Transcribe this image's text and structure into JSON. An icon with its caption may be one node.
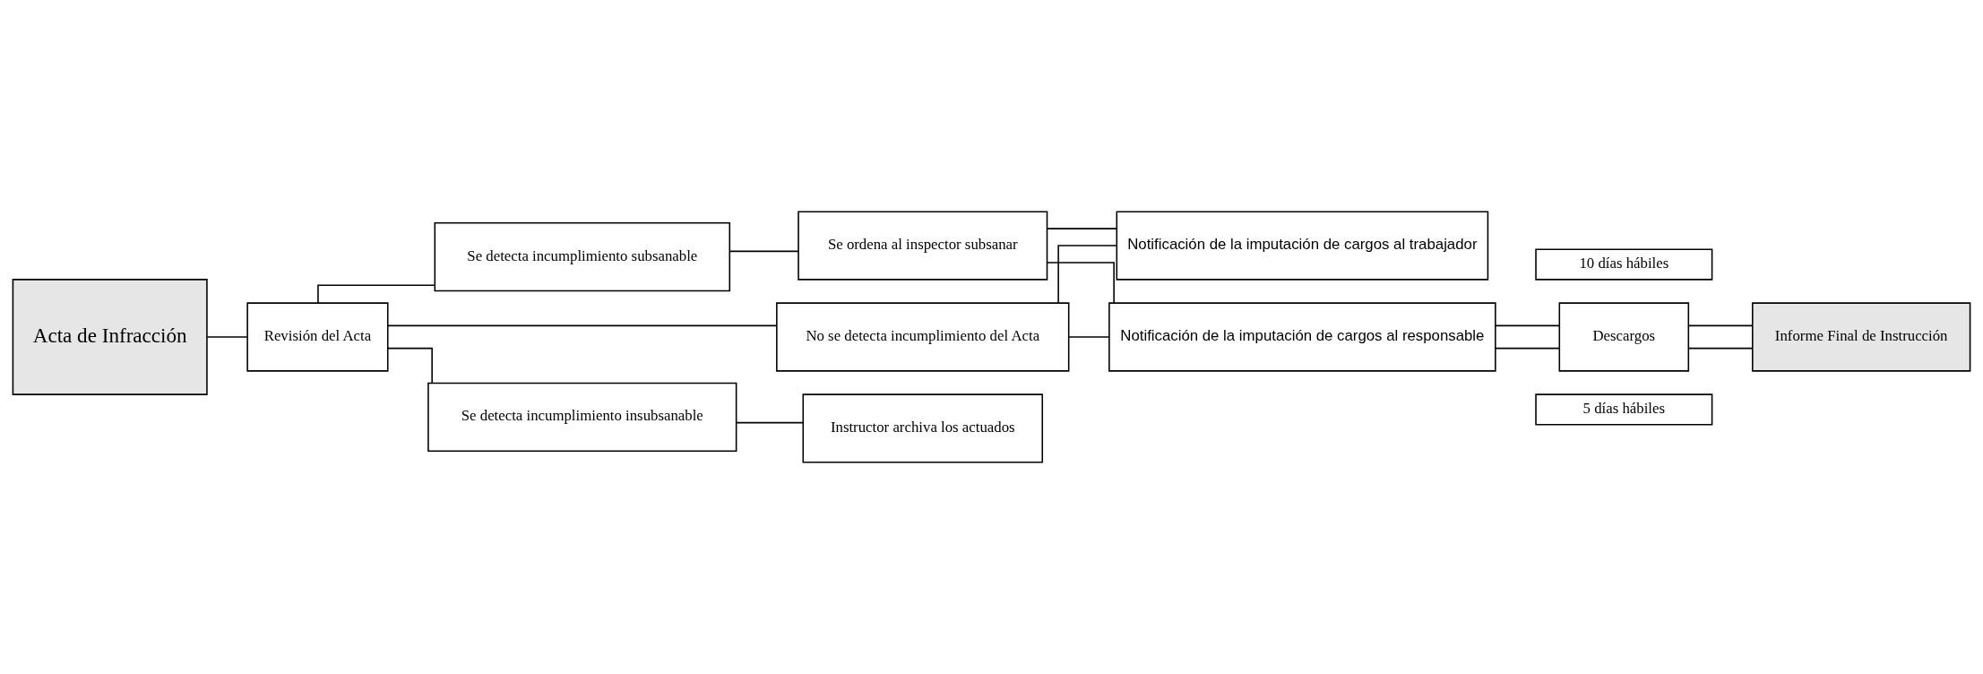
{
  "diagram": {
    "nodes": [
      {
        "text": [
          "Acta de Infracción"
        ]
      },
      {
        "text": [
          "Revisión del Acta"
        ]
      },
      {
        "text": [
          "No se detecta incumplimiento del Acta"
        ]
      },
      {
        "text": [
          "Se detecta incumplimiento subsanable"
        ]
      },
      {
        "text": [
          "Se ordena al inspector subsanar"
        ]
      },
      {
        "text": [
          "Se detecta incumplimiento insubsanable"
        ]
      },
      {
        "text": [
          "Instructor archiva los actuados"
        ]
      },
      {
        "text": [
          "Notificación de la imputación de cargos al trabajador"
        ]
      },
      {
        "text": [
          "Notificación de la imputación de cargos al responsable"
        ]
      },
      {
        "text": [
          "Descargos"
        ]
      },
      {
        "text": [
          "Informe Final de Instrucción"
        ]
      },
      {
        "text": [
          "10 días hábiles"
        ]
      },
      {
        "text": [
          "5 días hábiles"
        ]
      }
    ],
    "edges": [
      {
        "from": 0,
        "to": 1,
        "arrow": "none"
      },
      {
        "from": 1,
        "to": 2,
        "arrow": "none"
      },
      {
        "from": 1,
        "to": 3,
        "arrow": "none"
      },
      {
        "from": 1,
        "to": 5,
        "arrow": "none"
      },
      {
        "from": 3,
        "to": 4,
        "arrow": "none"
      },
      {
        "from": 5,
        "to": 6,
        "arrow": "none"
      },
      {
        "from": 2,
        "to": 7,
        "arrow": "none"
      },
      {
        "from": 2,
        "to": 8,
        "arrow": "none"
      },
      {
        "from": 4,
        "to": 7,
        "arrow": "none"
      },
      {
        "from": 4,
        "to": 8,
        "arrow": "none"
      },
      {
        "from": 8,
        "to": 9,
        "arrow": "none"
      },
      {
        "from": 9,
        "to": 10,
        "arrow": "none"
      },
      {
        "from": 9,
        "to": 10,
        "arrow": "none"
      },
      {
        "from": 8,
        "to": 9,
        "arrow": "none"
      }
    ]
  }
}
